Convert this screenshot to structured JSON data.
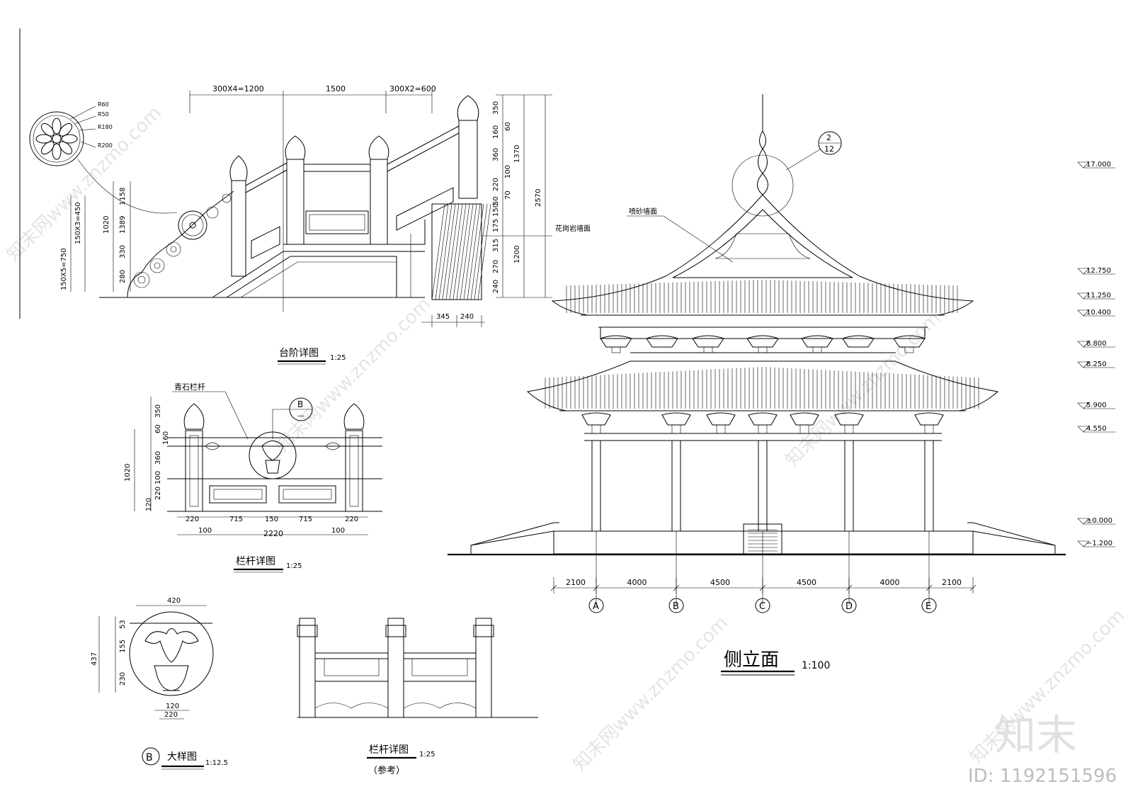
{
  "stair_detail": {
    "title": "台阶详图",
    "scale": "1:25",
    "rosette_labels": [
      "R60",
      "R50",
      "R180",
      "R200"
    ],
    "top_dims": [
      "300X4=1200",
      "1500",
      "300X2=600"
    ],
    "left_dims": [
      "1158",
      "1020",
      "1389",
      "330",
      "280",
      "150X3=450",
      "150X5=750"
    ],
    "right_dims": [
      "350",
      "160",
      "60",
      "360",
      "100",
      "220",
      "50",
      "70",
      "150",
      "175",
      "315",
      "270",
      "240"
    ],
    "overall_dims": [
      "1370",
      "2570",
      "1200"
    ],
    "bottom_dims": [
      "345",
      "240"
    ],
    "wall_note": "花岗岩墙面"
  },
  "railing_detail": {
    "title": "栏杆详图",
    "scale": "1:25",
    "material_note": "青石栏杆",
    "callout_letter": "B",
    "callout_sub": "—",
    "left_dims": [
      "350",
      "60",
      "160",
      "360",
      "100",
      "220",
      "120"
    ],
    "total_height": "1020",
    "bottom_dims": [
      "220",
      "715",
      "150",
      "715",
      "220"
    ],
    "sub_dims": [
      "100",
      "100"
    ],
    "total_width": "2220"
  },
  "detail_b": {
    "letter": "B",
    "title": "大样图",
    "scale": "1:12.5",
    "top_dim": "420",
    "left_dims": [
      "53",
      "155",
      "230"
    ],
    "total_height": "437",
    "bottom_dims": [
      "120",
      "220"
    ]
  },
  "railing_ref": {
    "title": "栏杆详图",
    "scale": "1:25",
    "note": "（参考）"
  },
  "side_elevation": {
    "title": "侧立面",
    "scale": "1:100",
    "gable_note": "喷砂墙面",
    "callout_num": "2",
    "callout_den": "12",
    "levels": [
      "17.000",
      "12.750",
      "11.250",
      "10.400",
      "8.800",
      "8.250",
      "5.900",
      "4.550",
      "±0.000",
      "−1.200"
    ],
    "bay_dims": [
      "2100",
      "4000",
      "4500",
      "4500",
      "4000",
      "2100"
    ],
    "axes": [
      "A",
      "B",
      "C",
      "D",
      "E"
    ]
  },
  "watermark": {
    "logo": "知末",
    "id": "ID: 1192151596",
    "site": "知末网www.znzmo.com"
  }
}
